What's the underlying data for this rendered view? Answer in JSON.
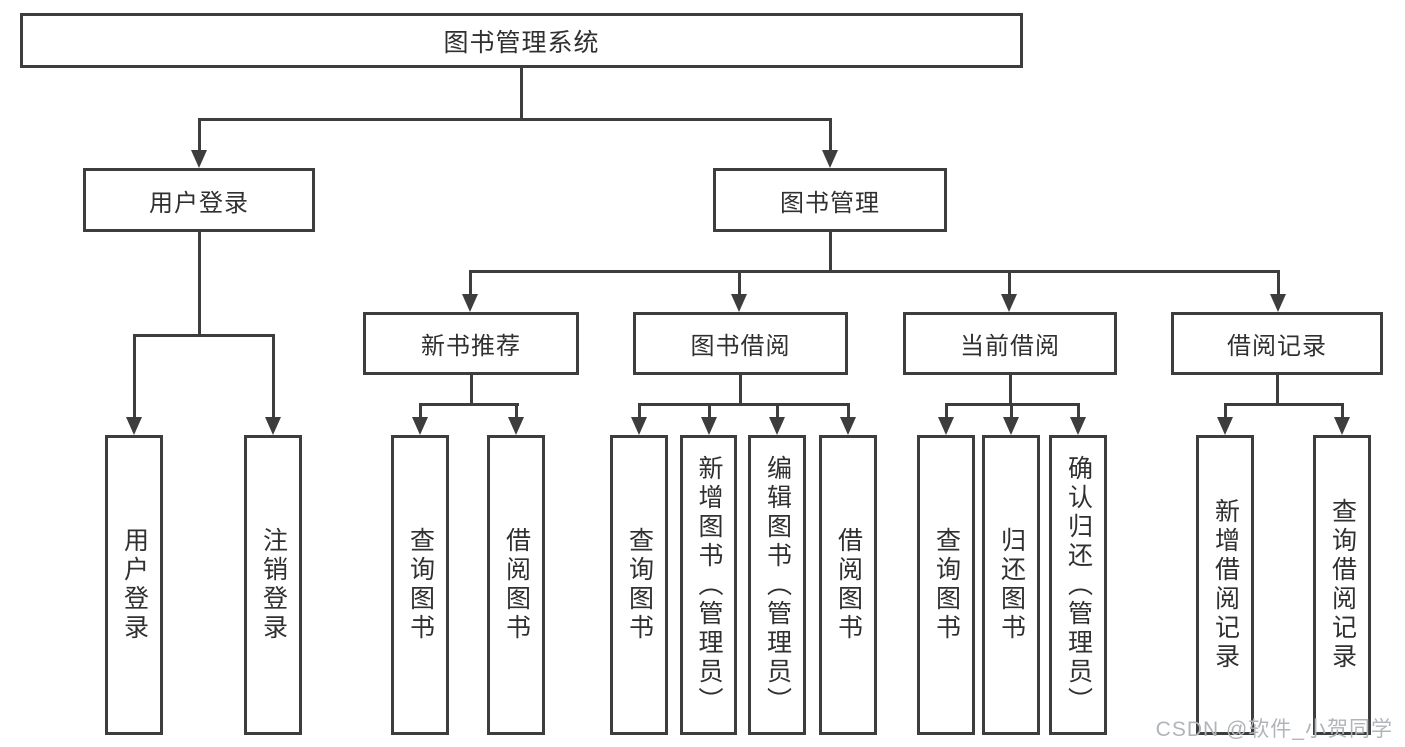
{
  "colors": {
    "line": "#3d3d3d",
    "text": "#303030",
    "watermark": "#b0b5ba",
    "background": "#ffffff"
  },
  "watermark": "CSDN @软件_小贺同学",
  "tree": {
    "root": {
      "label": "图书管理系统"
    },
    "branches": [
      {
        "label": "用户登录",
        "children": [
          {
            "label": "用户登录"
          },
          {
            "label": "注销登录"
          }
        ]
      },
      {
        "label": "图书管理",
        "children": [
          {
            "label": "新书推荐",
            "children": [
              {
                "label": "查询图书"
              },
              {
                "label": "借阅图书"
              }
            ]
          },
          {
            "label": "图书借阅",
            "children": [
              {
                "label": "查询图书"
              },
              {
                "label": "新增图书（管理员）"
              },
              {
                "label": "编辑图书（管理员）"
              },
              {
                "label": "借阅图书"
              }
            ]
          },
          {
            "label": "当前借阅",
            "children": [
              {
                "label": "查询图书"
              },
              {
                "label": "归还图书"
              },
              {
                "label": "确认归还（管理员）"
              }
            ]
          },
          {
            "label": "借阅记录",
            "children": [
              {
                "label": "新增借阅记录"
              },
              {
                "label": "查询借阅记录"
              }
            ]
          }
        ]
      }
    ]
  }
}
